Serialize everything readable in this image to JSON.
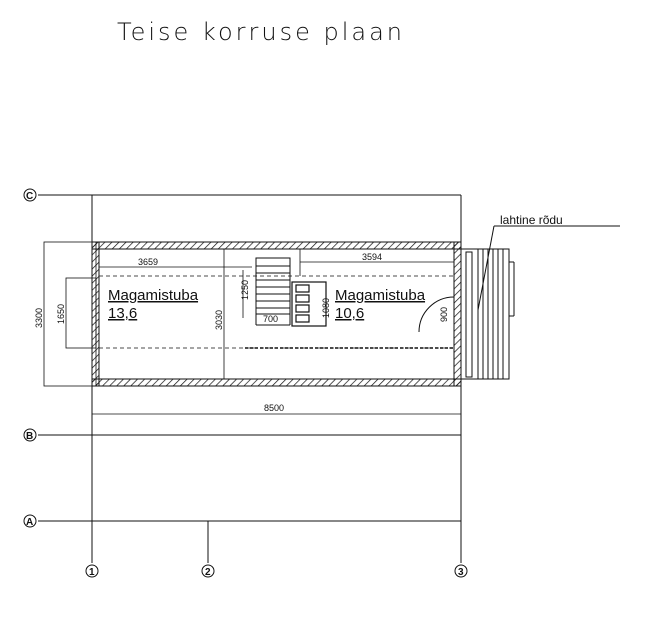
{
  "title": "Teise korruse plaan",
  "rooms": [
    {
      "name": "Magamistuba",
      "area": "13,6"
    },
    {
      "name": "Magamistuba",
      "area": "10,6"
    }
  ],
  "terrace_label": "lahtine rõdu",
  "dimensions": {
    "total_width": "8500",
    "left_room_width": "3659",
    "right_room_width": "3594",
    "outer_height": "3300",
    "inner_height": "1650",
    "partition_height": "3030",
    "stair_height": "1250",
    "stair_width": "700",
    "shelf_height": "1080",
    "door_width": "900"
  },
  "axes": {
    "rows": [
      "C",
      "B",
      "A"
    ],
    "columns": [
      "1",
      "2",
      "3"
    ]
  }
}
